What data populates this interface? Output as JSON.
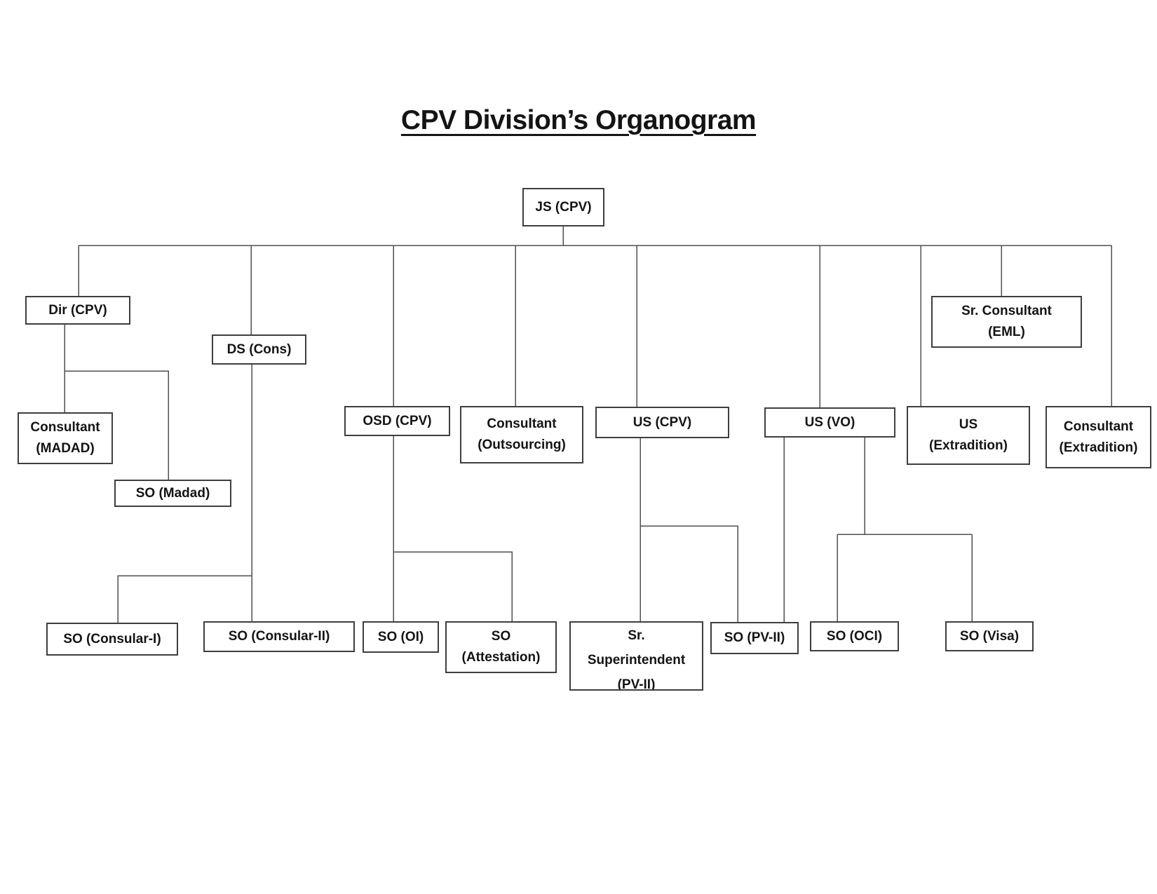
{
  "title": "CPV Division’s Organogram",
  "colors": {
    "background": "#ffffff",
    "box_fill": "#ffffff",
    "box_border": "#3e3e3e",
    "connector": "#4f4f4f",
    "text": "#141414"
  },
  "nodes": {
    "js_cpv": {
      "label": "JS (CPV)"
    },
    "dir_cpv": {
      "label": "Dir (CPV)"
    },
    "ds_cons": {
      "label": "DS (Cons)"
    },
    "osd_cpv": {
      "label": "OSD (CPV)"
    },
    "consultant_outsourcing": {
      "label": "Consultant\n(Outsourcing)"
    },
    "us_cpv": {
      "label": "US (CPV)"
    },
    "us_vo": {
      "label": "US (VO)"
    },
    "us_extradition": {
      "label": "US\n(Extradition)"
    },
    "sr_consultant_eml": {
      "label": "Sr. Consultant\n(EML)"
    },
    "consultant_extradition": {
      "label": "Consultant\n(Extradition)"
    },
    "consultant_madad": {
      "label": "Consultant\n(MADAD)"
    },
    "so_madad": {
      "label": "SO (Madad)"
    },
    "so_consular_1": {
      "label": "SO (Consular-I)"
    },
    "so_consular_2": {
      "label": "SO (Consular-II)"
    },
    "so_oi": {
      "label": "SO (OI)"
    },
    "so_attestation": {
      "label": "SO\n(Attestation)"
    },
    "sr_superintendent_pv2": {
      "label": "Sr.\nSuperintendent\n(PV-II)"
    },
    "so_pv2": {
      "label": "SO (PV-II)"
    },
    "so_oci": {
      "label": "SO (OCI)"
    },
    "so_visa": {
      "label": "SO (Visa)"
    }
  },
  "edges": [
    [
      "js_cpv",
      "dir_cpv"
    ],
    [
      "js_cpv",
      "ds_cons"
    ],
    [
      "js_cpv",
      "osd_cpv"
    ],
    [
      "js_cpv",
      "consultant_outsourcing"
    ],
    [
      "js_cpv",
      "us_cpv"
    ],
    [
      "js_cpv",
      "us_vo"
    ],
    [
      "js_cpv",
      "us_extradition"
    ],
    [
      "js_cpv",
      "sr_consultant_eml"
    ],
    [
      "js_cpv",
      "consultant_extradition"
    ],
    [
      "dir_cpv",
      "consultant_madad"
    ],
    [
      "dir_cpv",
      "so_madad"
    ],
    [
      "ds_cons",
      "so_consular_1"
    ],
    [
      "ds_cons",
      "so_consular_2"
    ],
    [
      "osd_cpv",
      "so_oi"
    ],
    [
      "osd_cpv",
      "so_attestation"
    ],
    [
      "us_cpv",
      "sr_superintendent_pv2"
    ],
    [
      "us_cpv",
      "so_pv2"
    ],
    [
      "us_vo",
      "so_pv2"
    ],
    [
      "us_vo",
      "so_oci"
    ],
    [
      "us_vo",
      "so_visa"
    ]
  ]
}
